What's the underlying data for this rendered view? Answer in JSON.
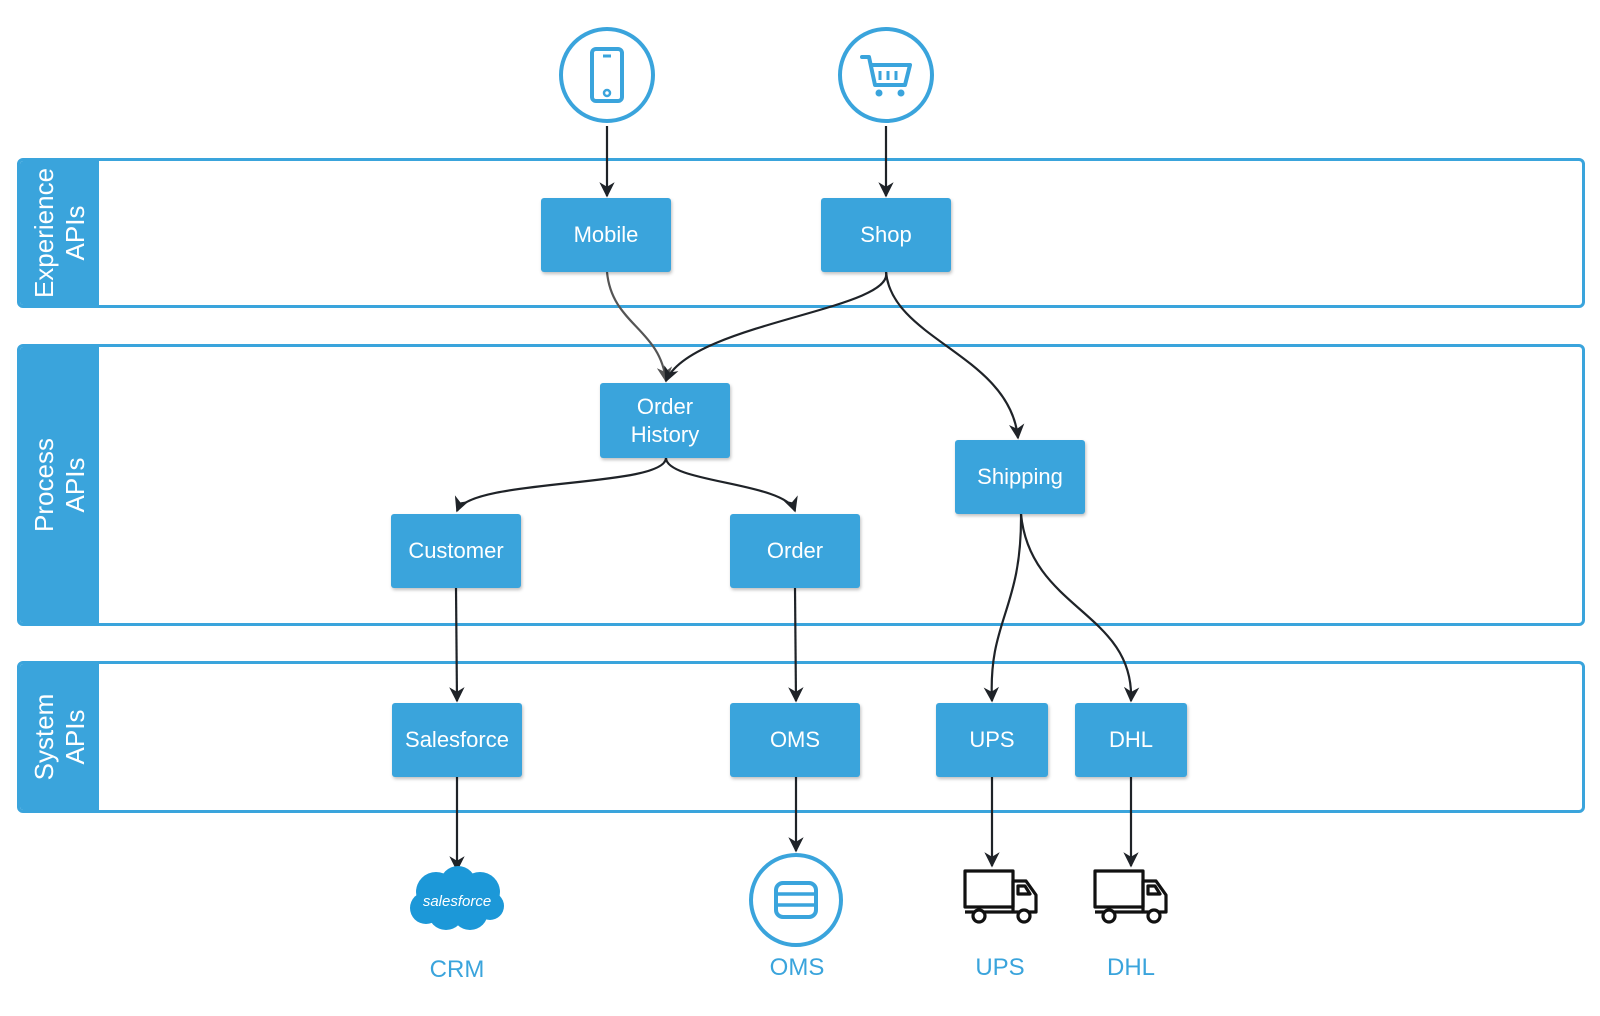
{
  "lanes": [
    {
      "id": "experience",
      "label_lines": [
        "Experience",
        "APIs"
      ]
    },
    {
      "id": "process",
      "label_lines": [
        "Process",
        "APIs"
      ]
    },
    {
      "id": "system",
      "label_lines": [
        "System",
        "APIs"
      ]
    }
  ],
  "nodes": {
    "mobile": "Mobile",
    "shop": "Shop",
    "order_history": [
      "Order",
      "History"
    ],
    "shipping": "Shipping",
    "customer": "Customer",
    "order": "Order",
    "salesforce": "Salesforce",
    "oms": "OMS",
    "ups": "UPS",
    "dhl": "DHL"
  },
  "endpoints": {
    "salesforce_logo_text": "salesforce",
    "crm": "CRM",
    "oms": "OMS",
    "ups": "UPS",
    "dhl": "DHL"
  },
  "icons": {
    "top_left": "mobile-phone-icon",
    "top_right": "shopping-cart-icon",
    "crm": "salesforce-cloud-logo",
    "oms": "database-icon",
    "ups": "truck-icon",
    "dhl": "truck-icon"
  },
  "colors": {
    "accent": "#3aa4dc",
    "arrow": "#1f2328",
    "arrow_soft": "#555555",
    "text_on_accent": "#ffffff"
  }
}
